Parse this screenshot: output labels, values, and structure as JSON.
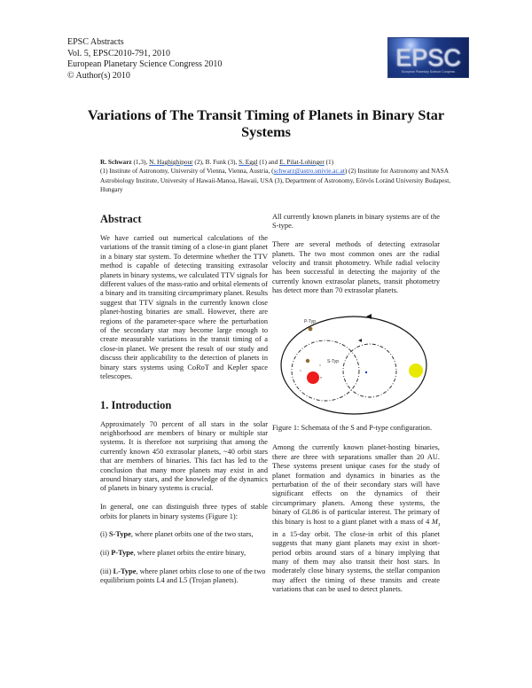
{
  "header": {
    "meta_lines": [
      "EPSC Abstracts",
      "Vol. 5, EPSC2010-791, 2010",
      "European Planetary Science Congress 2010",
      "© Author(s) 2010"
    ],
    "logo": {
      "text": "EPSC",
      "subtext": "European Planetary Science Congress"
    }
  },
  "paper": {
    "title": "Variations of The Transit Timing of Planets in Binary Star Systems",
    "authors": {
      "a1": "R. Schwarz",
      "a1_aff": " (1,3), ",
      "a2": "N. Haghighipour",
      "a2_aff": " (2), B. Funk (3), ",
      "a3": "S. Eggl",
      "a3_aff": " (1) and ",
      "a4": "E. Pilat-Lohinger",
      "a4_aff": " (1)"
    },
    "affiliations": {
      "part1": "(1) Institute of Astronomy, University of Vienna, Vienna, Austria, (",
      "email": "schwarz@astro.univie.ac.at",
      "part2": ") (2) Institute for Astronomy and NASA Astrobiology Institute, University of Hawaii-Manoa, Hawaii, USA (3), Department of Astronomy, Eötvös Loránd University Budapest, Hungary"
    }
  },
  "left_column": {
    "abstract_heading": "Abstract",
    "abstract_text": "We have carried out numerical calculations of the variations of the transit timing of a close-in giant planet in a binary star system. To determine whether the TTV method is capable of detecting transiting extrasolar planets in binary systems, we calculated TTV signals for different values of the mass-ratio and orbital elements of a binary and its transiting circumprimary planet. Results suggest that TTV signals in the currently known close planet-hosting binaries are small. However, there are regions of the parameter-space where the perturbation of the secondary star may become large enough to create measurable variations in the transit timing of a close-in planet. We present the result of our study and discuss their applicability to the detection of planets in binary stars systems using CoRoT and Kepler space telescopes.",
    "intro_heading": "1. Introduction",
    "intro_p1": "Approximately 70 percent of all stars in the solar neighborhood are members of binary or multiple star systems. It is therefore not surprising that among the currently known 450 extrasolar planets, ~40 orbit stars that are members of binaries. This fact has led to the conclusion that many more planets may exist in and around binary stars, and the knowledge of the dynamics of planets in binary systems is crucial.",
    "intro_p2": "In general, one can distinguish three types of stable orbits for planets in binary systems (Figure 1):",
    "types": [
      {
        "prefix": "(i) ",
        "name": "S-Type",
        "desc": ", where planet orbits one of the two stars,"
      },
      {
        "prefix": "(ii) ",
        "name": "P-Type",
        "desc": ", where planet orbits the entire binary,"
      },
      {
        "prefix": "(iii) ",
        "name": "L-Type",
        "desc": ", where planet orbits close to one of the two equilibrium points L4 and L5 (Trojan planets)."
      }
    ]
  },
  "right_column": {
    "p1": "All currently known planets in binary systems are of the S-type.",
    "p2": "There are several methods of detecting extrasolar planets. The two most common ones are the radial velocity and transit photometry. While radial velocity has been successful in detecting the majority of the currently known extrasolar planets, transit photometry has detect more than 70 extrasolar planets.",
    "figure": {
      "label_p": "P-Typ",
      "label_s": "S-Typ",
      "primary_color": "#ee1c1c",
      "secondary_color": "#e8e800",
      "planet_color": "#8a6a2e"
    },
    "caption": "Figure 1: Schemata of the S and P-type configuration.",
    "p3_before": "Among the currently known planet-hosting binaries, there are three with separations smaller than 20 AU. These systems present unique cases for the study of planet formation and dynamics in binaries as the perturbation of the of their secondary stars will have significant effects on the dynamics of their circumprimary planets. Among these systems, the binary of GL86 is of particular interest. The primary of this binary is host to a giant planet with a mass of 4 ",
    "p3_mass_symbol": "M",
    "p3_mass_sub": "J",
    "p3_after": " in a 15-day orbit. The close-in orbit of this planet suggests that many giant planets may exist in short-period orbits around stars of a binary implying that many of them may also transit their host stars. In moderately close binary systems, the stellar companion may affect the timing of these transits and create variations that can be used to detect planets."
  }
}
